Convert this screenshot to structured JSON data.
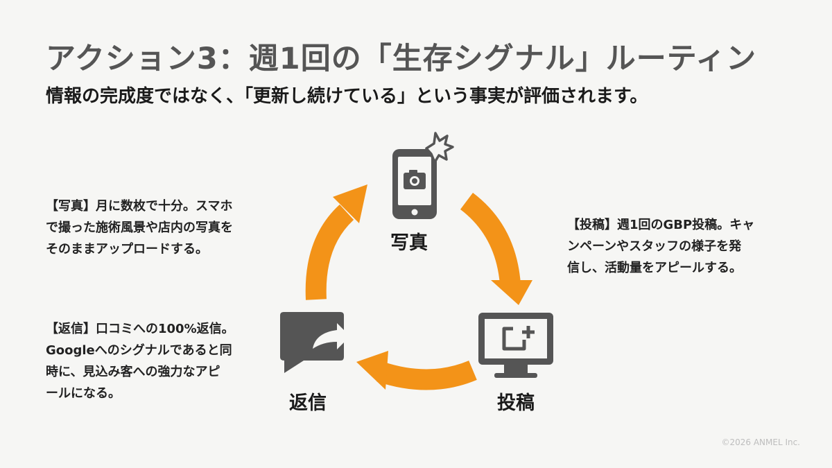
{
  "title": "アクション3：週1回の「生存シグナル」ルーティン",
  "subtitle": "情報の完成度ではなく、「更新し続けている」という事実が評価されます。",
  "nodes": {
    "photo": {
      "label": "写真",
      "icon": "smartphone-camera-icon",
      "description": "【写真】月に数枚で十分。スマホ\nで撮った施術風景や店内の写真を\nそのままアップロードする。"
    },
    "post": {
      "label": "投稿",
      "icon": "monitor-add-post-icon",
      "description": "【投稿】週1回のGBP投稿。キャ\nンペーンやスタッフの様子を発\n信し、活動量をアピールする。"
    },
    "reply": {
      "label": "返信",
      "icon": "speech-bubble-reply-icon",
      "description": "【返信】口コミへの100%返信。\nGoogleへのシグナルであると同\n時に、見込み客への強力なアピ\nールになる。"
    }
  },
  "copyright": "©2026 ANMEL Inc.",
  "colors": {
    "accent": "#f39318",
    "icon": "#555555",
    "title": "#555555",
    "text": "#1a1a1a",
    "background": "#f6f6f4"
  }
}
